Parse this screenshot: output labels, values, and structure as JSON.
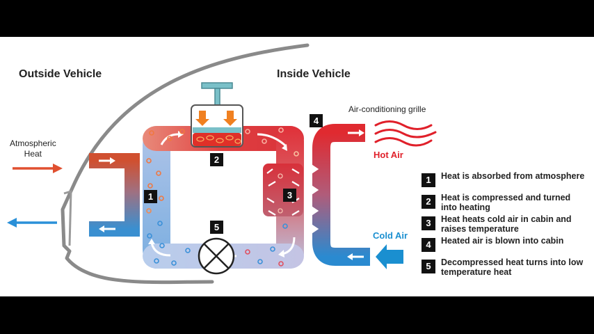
{
  "titles": {
    "outside": "Outside Vehicle",
    "inside": "Inside Vehicle"
  },
  "labels": {
    "atmospheric_heat": "Atmospheric\nHeat",
    "grille": "Air-conditioning grille",
    "hot_air": "Hot Air",
    "cold_air": "Cold Air"
  },
  "badges": [
    "1",
    "2",
    "3",
    "4",
    "5"
  ],
  "legend": [
    {
      "num": "1",
      "text": "Heat is absorbed from atmosphere"
    },
    {
      "num": "2",
      "text": "Heat is compressed and turned into heating"
    },
    {
      "num": "3",
      "text": "Heat heats cold air in cabin and raises temperature"
    },
    {
      "num": "4",
      "text": "Heated air is blown into cabin"
    },
    {
      "num": "5",
      "text": "Decompressed heat turns into low temperature heat"
    }
  ],
  "colors": {
    "hot": "#e0202a",
    "cold": "#1a8fd0",
    "accent_orange": "#f08020",
    "letterbox": "#000000"
  }
}
